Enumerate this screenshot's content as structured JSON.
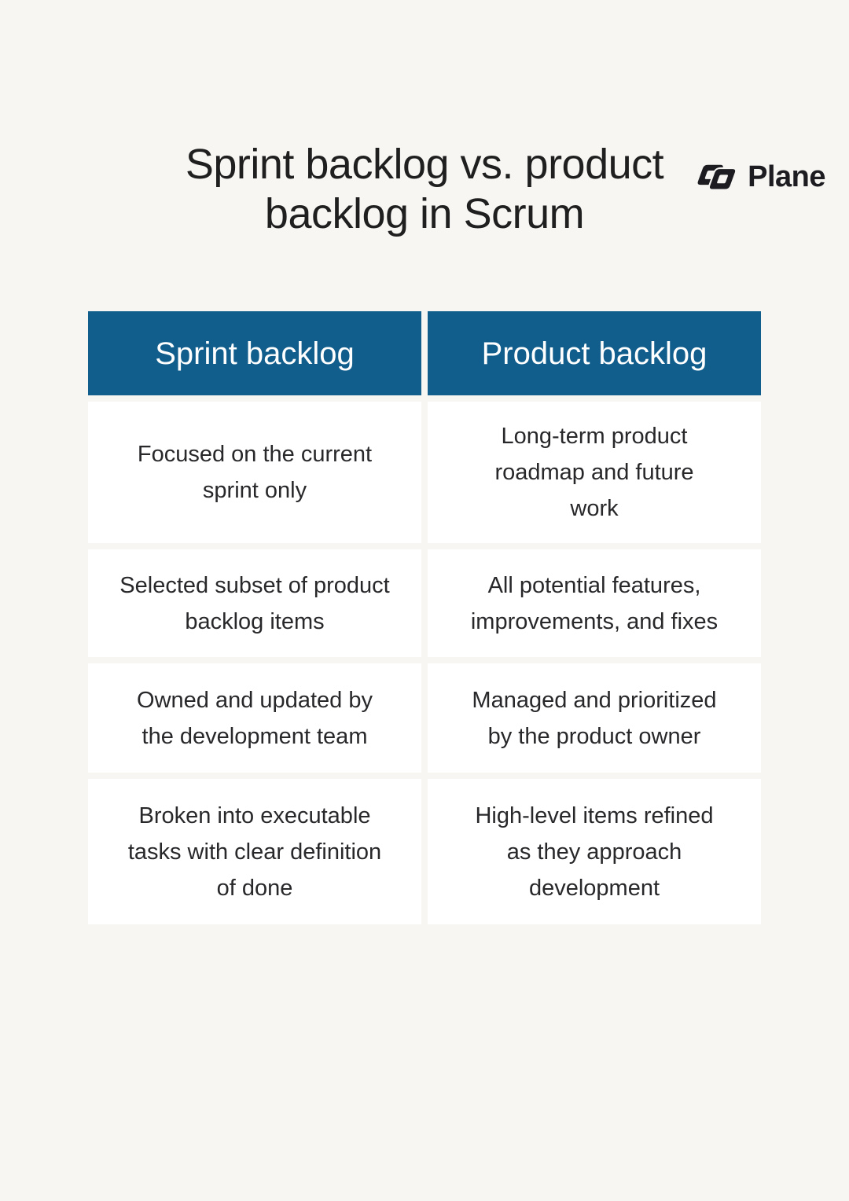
{
  "page": {
    "background_color": "#F7F6F3"
  },
  "brand": {
    "name": "Plane",
    "logo_icon": "plane-logo-icon",
    "color": "#1C1C21"
  },
  "title": {
    "lines": [
      "Sprint backlog vs. product",
      "backlog in Scrum"
    ],
    "color": "#1F1F1F"
  },
  "comparison_table": {
    "header_bg_color": "#115E8D",
    "header_text_color": "#FFFFFF",
    "cell_bg_color": "#FFFFFF",
    "cell_text_color": "#28282B",
    "columns": [
      {
        "label": "Sprint backlog"
      },
      {
        "label": "Product backlog"
      }
    ],
    "rows": [
      {
        "sprint": [
          "Focused on the current",
          "sprint only"
        ],
        "product": [
          "Long-term product",
          "roadmap and future",
          "work"
        ]
      },
      {
        "sprint": [
          "Selected subset of product",
          "backlog items"
        ],
        "product": [
          "All potential features,",
          "improvements, and fixes"
        ]
      },
      {
        "sprint": [
          "Owned and updated by",
          "the development team"
        ],
        "product": [
          "Managed and prioritized",
          "by the product owner"
        ]
      },
      {
        "sprint": [
          "Broken into executable",
          "tasks with clear definition",
          "of done"
        ],
        "product": [
          "High-level items refined",
          "as they approach",
          "development"
        ]
      }
    ]
  }
}
